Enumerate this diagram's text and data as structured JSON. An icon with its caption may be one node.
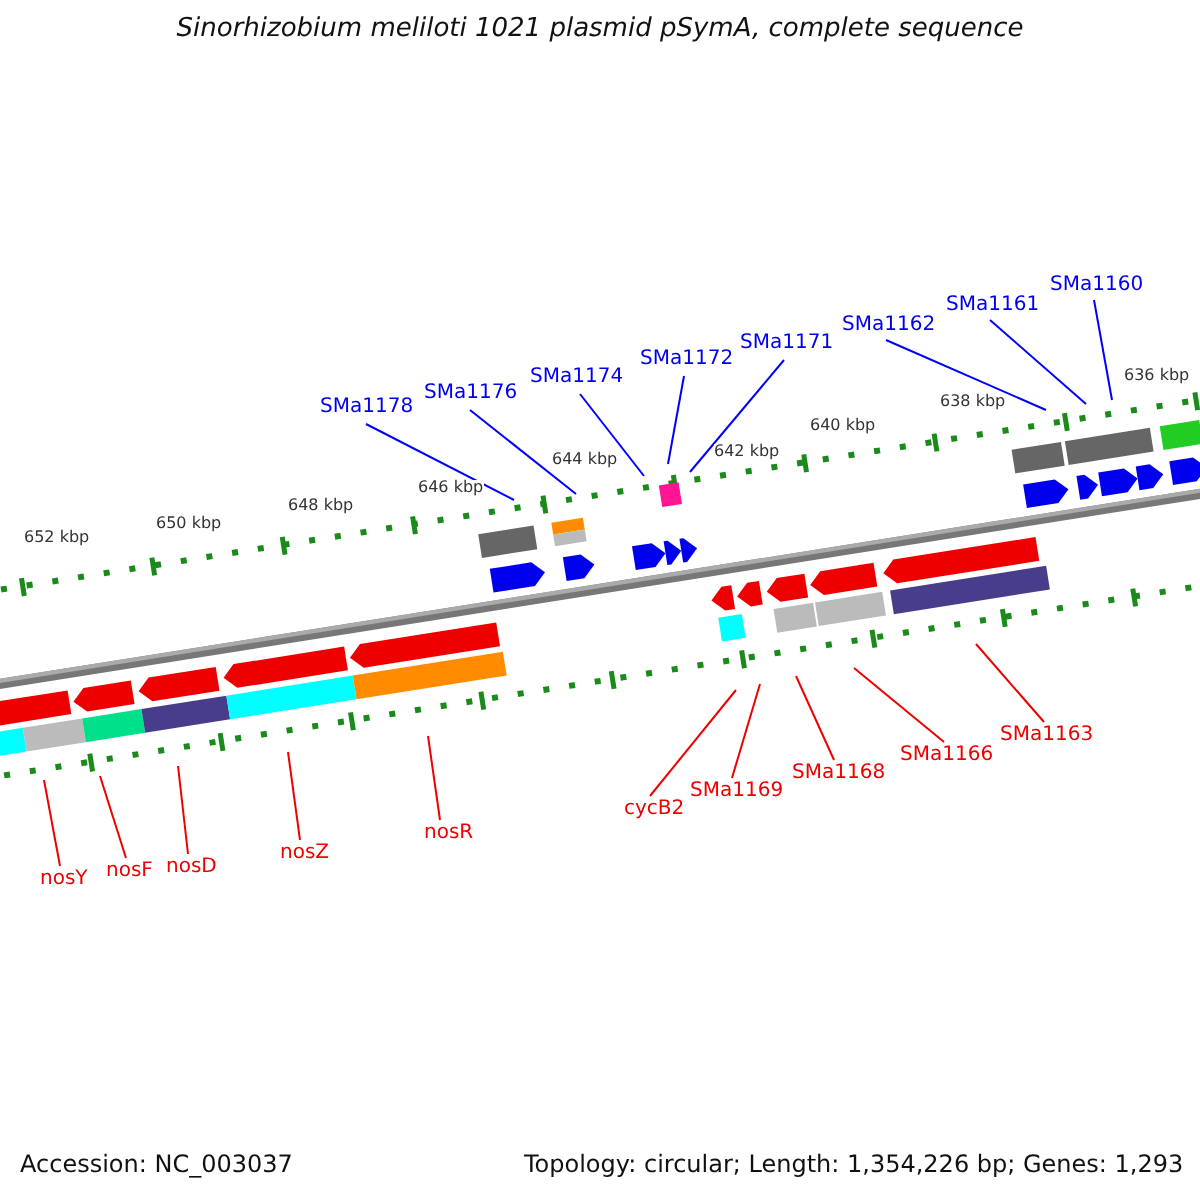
{
  "diagram": {
    "title": "Sinorhizobium meliloti 1021 plasmid pSymA, complete sequence",
    "nodes": [
      {
        "text": [
          "SMa1178"
        ]
      },
      {
        "text": [
          "SMa1176"
        ]
      },
      {
        "text": [
          "SMa1174"
        ]
      },
      {
        "text": [
          "SMa1172"
        ]
      },
      {
        "text": [
          "SMa1171"
        ]
      },
      {
        "text": [
          "SMa1162"
        ]
      },
      {
        "text": [
          "SMa1161"
        ]
      },
      {
        "text": [
          "SMa1160"
        ]
      },
      {
        "text": [
          "nosY"
        ]
      },
      {
        "text": [
          "nosF"
        ]
      },
      {
        "text": [
          "nosD"
        ]
      },
      {
        "text": [
          "nosZ"
        ]
      },
      {
        "text": [
          "nosR"
        ]
      },
      {
        "text": [
          "cycB2"
        ]
      },
      {
        "text": [
          "SMa1169"
        ]
      },
      {
        "text": [
          "SMa1168"
        ]
      },
      {
        "text": [
          "SMa1166"
        ]
      },
      {
        "text": [
          "SMa1163"
        ]
      }
    ],
    "edges": [
      {
        "from": 0,
        "to": null,
        "arrow": "none",
        "color": "#0000ff"
      },
      {
        "from": 1,
        "to": null,
        "arrow": "none",
        "color": "#0000ff"
      },
      {
        "from": 2,
        "to": null,
        "arrow": "none",
        "color": "#0000ff"
      },
      {
        "from": 3,
        "to": null,
        "arrow": "none",
        "color": "#0000ff"
      },
      {
        "from": 4,
        "to": null,
        "arrow": "none",
        "color": "#0000ff"
      },
      {
        "from": 5,
        "to": null,
        "arrow": "none",
        "color": "#0000ff"
      },
      {
        "from": 6,
        "to": null,
        "arrow": "none",
        "color": "#0000ff"
      },
      {
        "from": 7,
        "to": null,
        "arrow": "none",
        "color": "#0000ff"
      },
      {
        "from": 8,
        "to": null,
        "arrow": "none"
      },
      {
        "from": 9,
        "to": null,
        "arrow": "none"
      },
      {
        "from": 10,
        "to": null,
        "arrow": "none"
      },
      {
        "from": 11,
        "to": null,
        "arrow": "none"
      },
      {
        "from": 12,
        "to": null,
        "arrow": "none"
      },
      {
        "from": 13,
        "to": null,
        "arrow": "none"
      },
      {
        "from": 14,
        "to": null,
        "arrow": "none"
      },
      {
        "from": 15,
        "to": null,
        "arrow": "none"
      },
      {
        "from": 16,
        "to": null,
        "arrow": "none"
      },
      {
        "from": 17,
        "to": null,
        "arrow": "none"
      }
    ],
    "labels": [
      "652 kbp",
      "650 kbp",
      "648 kbp",
      "646 kbp",
      "644 kbp",
      "642 kbp",
      "640 kbp",
      "638 kbp",
      "636 kbp",
      "Accession: NC_003037",
      "Topology: circular; Length: 1,354,226 bp; Genes: 1,293"
    ]
  }
}
